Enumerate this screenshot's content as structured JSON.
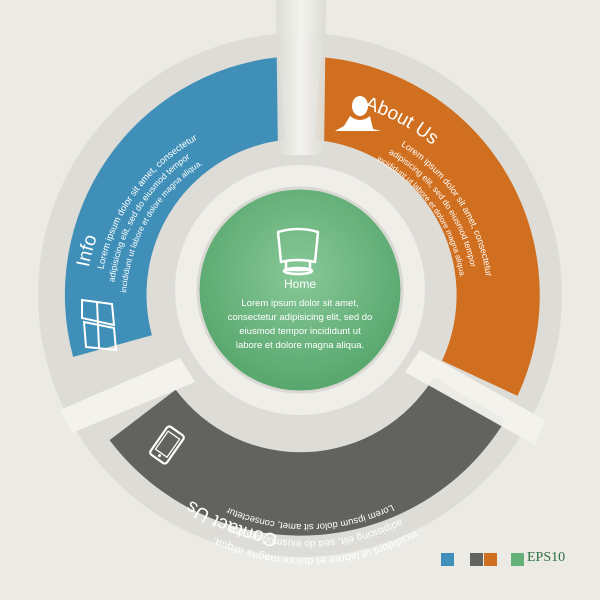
{
  "segments": {
    "about": {
      "title": "About Us",
      "text": [
        "Lorem ipsum dolor sit amet, consectetur",
        "adipisicing elit, sed do eiusmod tempor",
        "incididunt ut labore et dolore magna aliqua."
      ],
      "icon": "user-icon",
      "color": "#d06f1f"
    },
    "contact": {
      "title": "Contact Us",
      "text": [
        "Lorem ipsum dolor sit amet, consectetur",
        "adipisicing elit, sed do eiusmod tempor",
        "incididunt ut labore et dolore magna aliqua."
      ],
      "icon": "mobile-phone-icon",
      "color": "#62625e"
    },
    "info": {
      "title": "Info",
      "text": [
        "Lorem ipsum dolor sit amet, consectetur",
        "adipisicing elit, sed do eiusmod tempor",
        "incididunt ut labore et dolore magna aliqua."
      ],
      "icon": "window-icon",
      "color": "#3f8fb8"
    }
  },
  "center": {
    "title": "Home",
    "text": [
      "Lorem ipsum dolor sit amet,",
      "consectetur adipisicing elit, sed do",
      "eiusmod tempor incididunt ut",
      "labore et dolore magna aliqua."
    ],
    "icon": "monitor-icon",
    "color": "#64b277"
  },
  "footer": {
    "label": "EPS10",
    "swatches": [
      "#3f8fb8",
      "#62625e",
      "#d06f1f",
      "#64b277"
    ]
  }
}
